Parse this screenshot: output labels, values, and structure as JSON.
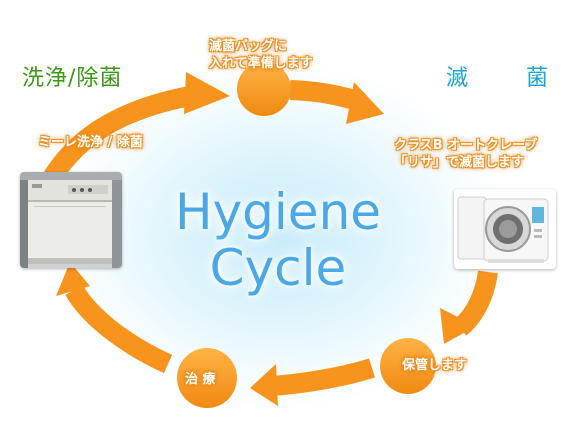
{
  "colors": {
    "arrow": "#f7941d",
    "arrow_dark": "#e8831a",
    "green": "#3a9a16",
    "blue": "#1ea3d6",
    "center_text": "#4aa8e6",
    "glow": "#c7ecfb"
  },
  "titles": {
    "left": "洗浄/除菌",
    "right": "滅　菌"
  },
  "center": {
    "line1": "Hygiene",
    "line2": "Cycle"
  },
  "steps": {
    "sterilize_bag": [
      "滅菌バッグに",
      "入れて準備します"
    ],
    "miele": "ミーレ洗浄 / 除菌",
    "autoclave": [
      "クラスB オートクレーブ",
      "「リサ」で滅菌します"
    ],
    "storage": "保管します",
    "treatment": "治 療"
  },
  "images": {
    "left": "washer-disinfector-photo",
    "right": "autoclave-photo"
  }
}
